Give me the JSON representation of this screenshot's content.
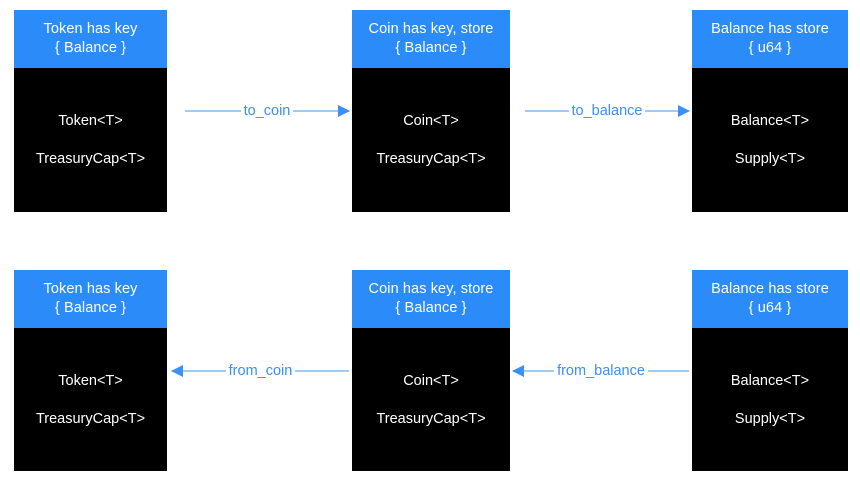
{
  "diagram": {
    "title": "Token / Coin / Balance conversion diagram",
    "colors": {
      "header_blue": "#2b8cf9",
      "body_black": "#000000",
      "edge_line_blue": "#9ecbf8",
      "edge_accent_blue": "#3b8ff5",
      "header_text": "#ffffff",
      "body_text": "#ffffff",
      "background": "#ffffff"
    },
    "rows": [
      {
        "name": "forward-conversion-row",
        "nodes": [
          {
            "id": "token-node-top",
            "header": "Token has key\n{ Balance }",
            "header_line1": "Token has key",
            "header_line2": "{ Balance }",
            "body": [
              "Token<T>",
              "TreasuryCap<T>"
            ]
          },
          {
            "id": "coin-node-top",
            "header": "Coin has key, store\n{ Balance }",
            "header_line1": "Coin has key, store",
            "header_line2": "{ Balance }",
            "body": [
              "Coin<T>",
              "TreasuryCap<T>"
            ]
          },
          {
            "id": "balance-node-top",
            "header": "Balance has store\n{ u64 }",
            "header_line1": "Balance has store",
            "header_line2": "{ u64 }",
            "body": [
              "Balance<T>",
              "Supply<T>"
            ]
          }
        ],
        "edges": [
          {
            "id": "edge-to-coin",
            "label": "to_coin",
            "direction": "right",
            "from": "token-node-top",
            "to": "coin-node-top"
          },
          {
            "id": "edge-to-balance",
            "label": "to_balance",
            "direction": "right",
            "from": "coin-node-top",
            "to": "balance-node-top"
          }
        ]
      },
      {
        "name": "reverse-conversion-row",
        "nodes": [
          {
            "id": "token-node-bottom",
            "header": "Token has key\n{ Balance }",
            "header_line1": "Token has key",
            "header_line2": "{ Balance }",
            "body": [
              "Token<T>",
              "TreasuryCap<T>"
            ]
          },
          {
            "id": "coin-node-bottom",
            "header": "Coin has key, store\n{ Balance }",
            "header_line1": "Coin has key, store",
            "header_line2": "{ Balance }",
            "body": [
              "Coin<T>",
              "TreasuryCap<T>"
            ]
          },
          {
            "id": "balance-node-bottom",
            "header": "Balance has store\n{ u64 }",
            "header_line1": "Balance has store",
            "header_line2": "{ u64 }",
            "body": [
              "Balance<T>",
              "Supply<T>"
            ]
          }
        ],
        "edges": [
          {
            "id": "edge-from-coin",
            "label": "from_coin",
            "direction": "left",
            "from": "coin-node-bottom",
            "to": "token-node-bottom"
          },
          {
            "id": "edge-from-balance",
            "label": "from_balance",
            "direction": "left",
            "from": "balance-node-bottom",
            "to": "coin-node-bottom"
          }
        ]
      }
    ]
  }
}
